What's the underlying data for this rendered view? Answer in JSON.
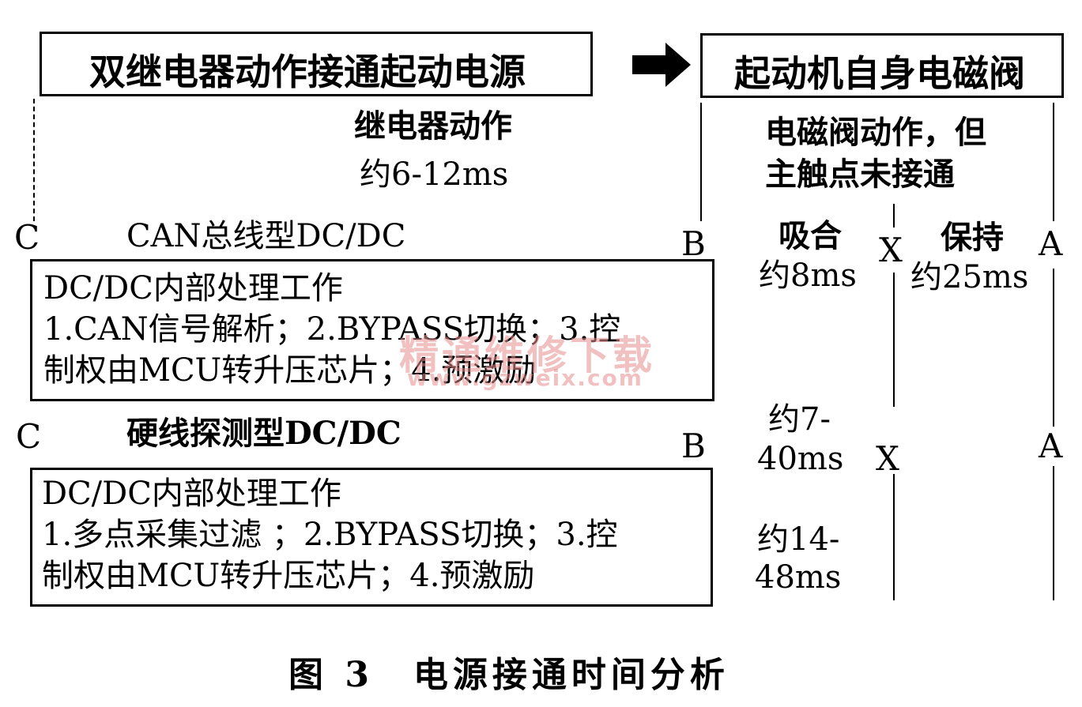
{
  "top_left_box": {
    "text": "双继电器动作接通起动电源"
  },
  "top_right_box": {
    "text": "起动机自身电磁阀"
  },
  "relay_note": {
    "line1": "继电器动作",
    "line2": "约6-12ms"
  },
  "valve_note": {
    "line1": "电磁阀动作，但",
    "line2": "主触点未接通"
  },
  "labels": {
    "c": "C",
    "b": "B",
    "x": "X",
    "a": "A"
  },
  "can_section": {
    "title": "CAN总线型DC/DC",
    "box_line1": "DC/DC内部处理工作",
    "box_line2": "1.CAN信号解析；2.BYPASS切换；3.控",
    "box_line3": "制权由MCU转升压芯片；4.预激励",
    "pull_in_label": "吸合",
    "pull_in_time": "约8ms",
    "hold_label": "保持",
    "hold_time": "约25ms"
  },
  "hw_section": {
    "title": "硬线探测型DC/DC",
    "box_line1": "DC/DC内部处理工作",
    "box_line2": "1.多点采集过滤 ；2.BYPASS切换；3.控",
    "box_line3": "制权由MCU转升压芯片；4.预激励",
    "time1_line1": "约7-",
    "time1_line2": "40ms",
    "time2_line1": "约14-",
    "time2_line2": "48ms"
  },
  "watermark": {
    "line1": "精通维修下载",
    "line2": "www.gzweix.com"
  },
  "caption": "图 3　电源接通时间分析"
}
